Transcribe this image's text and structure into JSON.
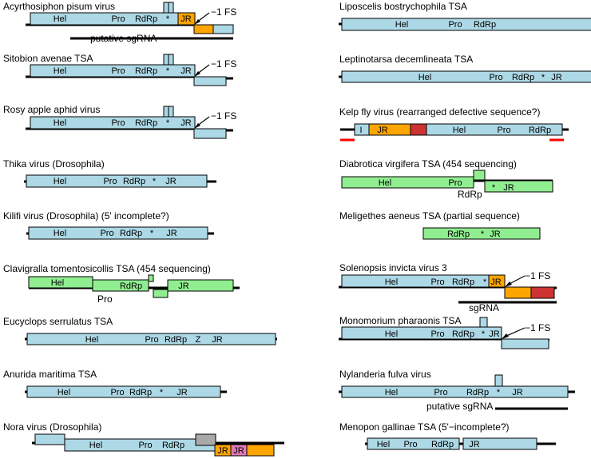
{
  "colors": {
    "blue": "#add8e6",
    "green": "#90ee90",
    "orange": "#ffa500",
    "red": "#cd3333",
    "gray": "#a9a9a9",
    "pink": "#e079b4",
    "marker": "#ff0000"
  },
  "genomes": [
    {
      "title": "Acyrthosiphon pisum virus",
      "domains": [
        "Hel",
        "Pro",
        "RdRp",
        "*",
        "JR"
      ],
      "fs": "−1 FS",
      "subgenomic": "putative sgRNA"
    },
    {
      "title": "Sitobion avenae TSA",
      "domains": [
        "Hel",
        "Pro",
        "RdRp",
        "*",
        "JR"
      ],
      "fs": "−1 FS"
    },
    {
      "title": "Rosy apple aphid virus",
      "domains": [
        "Hel",
        "Pro",
        "RdRp",
        "*",
        "JR"
      ],
      "fs": "−1 FS"
    },
    {
      "title": "Thika virus (Drosophila)",
      "domains": [
        "Hel",
        "Pro",
        "RdRp",
        "*",
        "JR"
      ]
    },
    {
      "title": "Kilifi virus (Drosophila) (5' incomplete?)",
      "domains": [
        "Hel",
        "Pro",
        "RdRp",
        "*",
        "JR"
      ]
    },
    {
      "title": "Clavigralla tomentosicollis TSA (454 sequencing)",
      "domains": [
        "Hel",
        "RdRp",
        "Pro",
        "JR"
      ]
    },
    {
      "title": "Eucyclops serrulatus TSA",
      "domains": [
        "Hel",
        "Pro",
        "RdRp",
        "Z",
        "JR"
      ]
    },
    {
      "title": "Anurida maritima TSA",
      "domains": [
        "Hel",
        "Pro",
        "RdRp",
        "*",
        "JR"
      ]
    },
    {
      "title": "Nora virus (Drosophila)",
      "domains": [
        "Hel",
        "Pro",
        "RdRp",
        "JR",
        "JR"
      ]
    },
    {
      "title": "Liposcelis bostrychophila TSA",
      "domains": [
        "Hel",
        "Pro",
        "RdRp"
      ]
    },
    {
      "title": "Leptinotarsa decemlineata TSA",
      "domains": [
        "Hel",
        "Pro",
        "RdRp",
        "*",
        "JR"
      ]
    },
    {
      "title": "Kelp fly virus (rearranged defective sequence?)",
      "domains": [
        "I",
        "JR",
        "Hel",
        "Pro",
        "RdRp"
      ]
    },
    {
      "title": "Diabrotica virgifera TSA (454 sequencing)",
      "domains": [
        "Hel",
        "Pro",
        "RdRp",
        "*",
        "JR"
      ]
    },
    {
      "title": "Meligethes aeneus TSA (partial sequence)",
      "domains": [
        "RdRp",
        "*",
        "JR"
      ]
    },
    {
      "title": "Solenopsis invicta virus 3",
      "domains": [
        "Hel",
        "Pro",
        "RdRp",
        "*",
        "JR"
      ],
      "fs": "−1 FS",
      "subgenomic": "sgRNA"
    },
    {
      "title": "Monomorium pharaonis TSA",
      "domains": [
        "Hel",
        "Pro",
        "RdRp",
        "*",
        "JR"
      ],
      "fs": "−1 FS"
    },
    {
      "title": "Nylanderia fulva virus",
      "domains": [
        "Hel",
        "Pro",
        "RdRp",
        "*",
        "JR"
      ],
      "subgenomic": "putative sgRNA"
    },
    {
      "title": "Menopon gallinae TSA (5'−incomplete?)",
      "domains": [
        "Hel",
        "Pro",
        "RdRp",
        "JR"
      ]
    }
  ]
}
